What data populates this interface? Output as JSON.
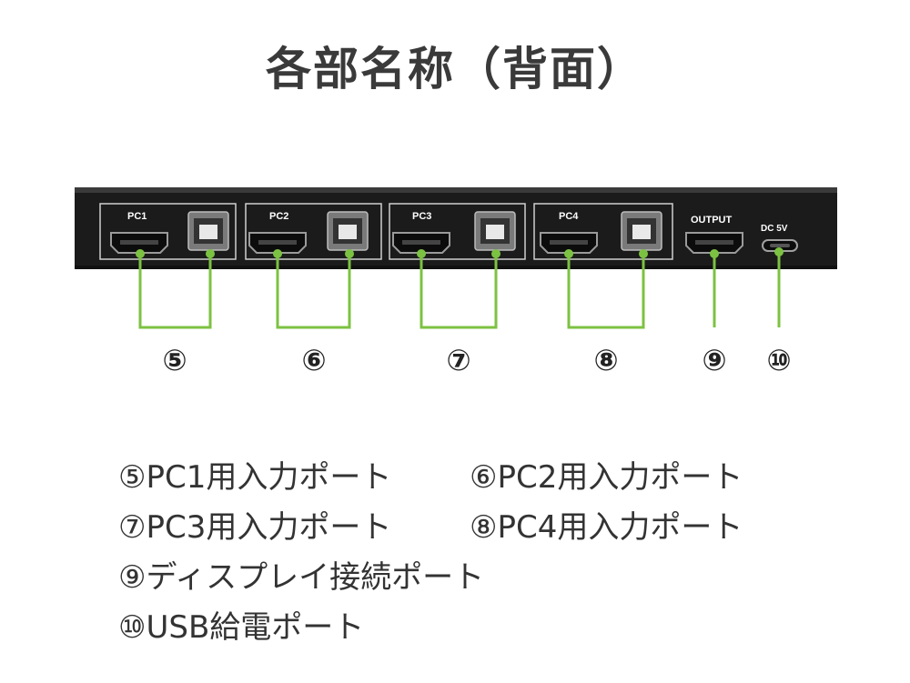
{
  "title": "各部名称（背面）",
  "device": {
    "groups": [
      {
        "label": "PC1",
        "number": "⑤"
      },
      {
        "label": "PC2",
        "number": "⑥"
      },
      {
        "label": "PC3",
        "number": "⑦"
      },
      {
        "label": "PC4",
        "number": "⑧"
      }
    ],
    "output_label": "OUTPUT",
    "output_number": "⑨",
    "dc_label": "DC 5V",
    "dc_number": "⑩"
  },
  "legend": {
    "item5": "⑤PC1用入力ポート",
    "item6": "⑥PC2用入力ポート",
    "item7": "⑦PC3用入力ポート",
    "item8": "⑧PC4用入力ポート",
    "item9": "⑨ディスプレイ接続ポート",
    "item10": "⑩USB給電ポート"
  },
  "colors": {
    "callout_line": "#7cc242",
    "device_body": "#1a1a1a",
    "title_text": "#3a3a3a"
  }
}
